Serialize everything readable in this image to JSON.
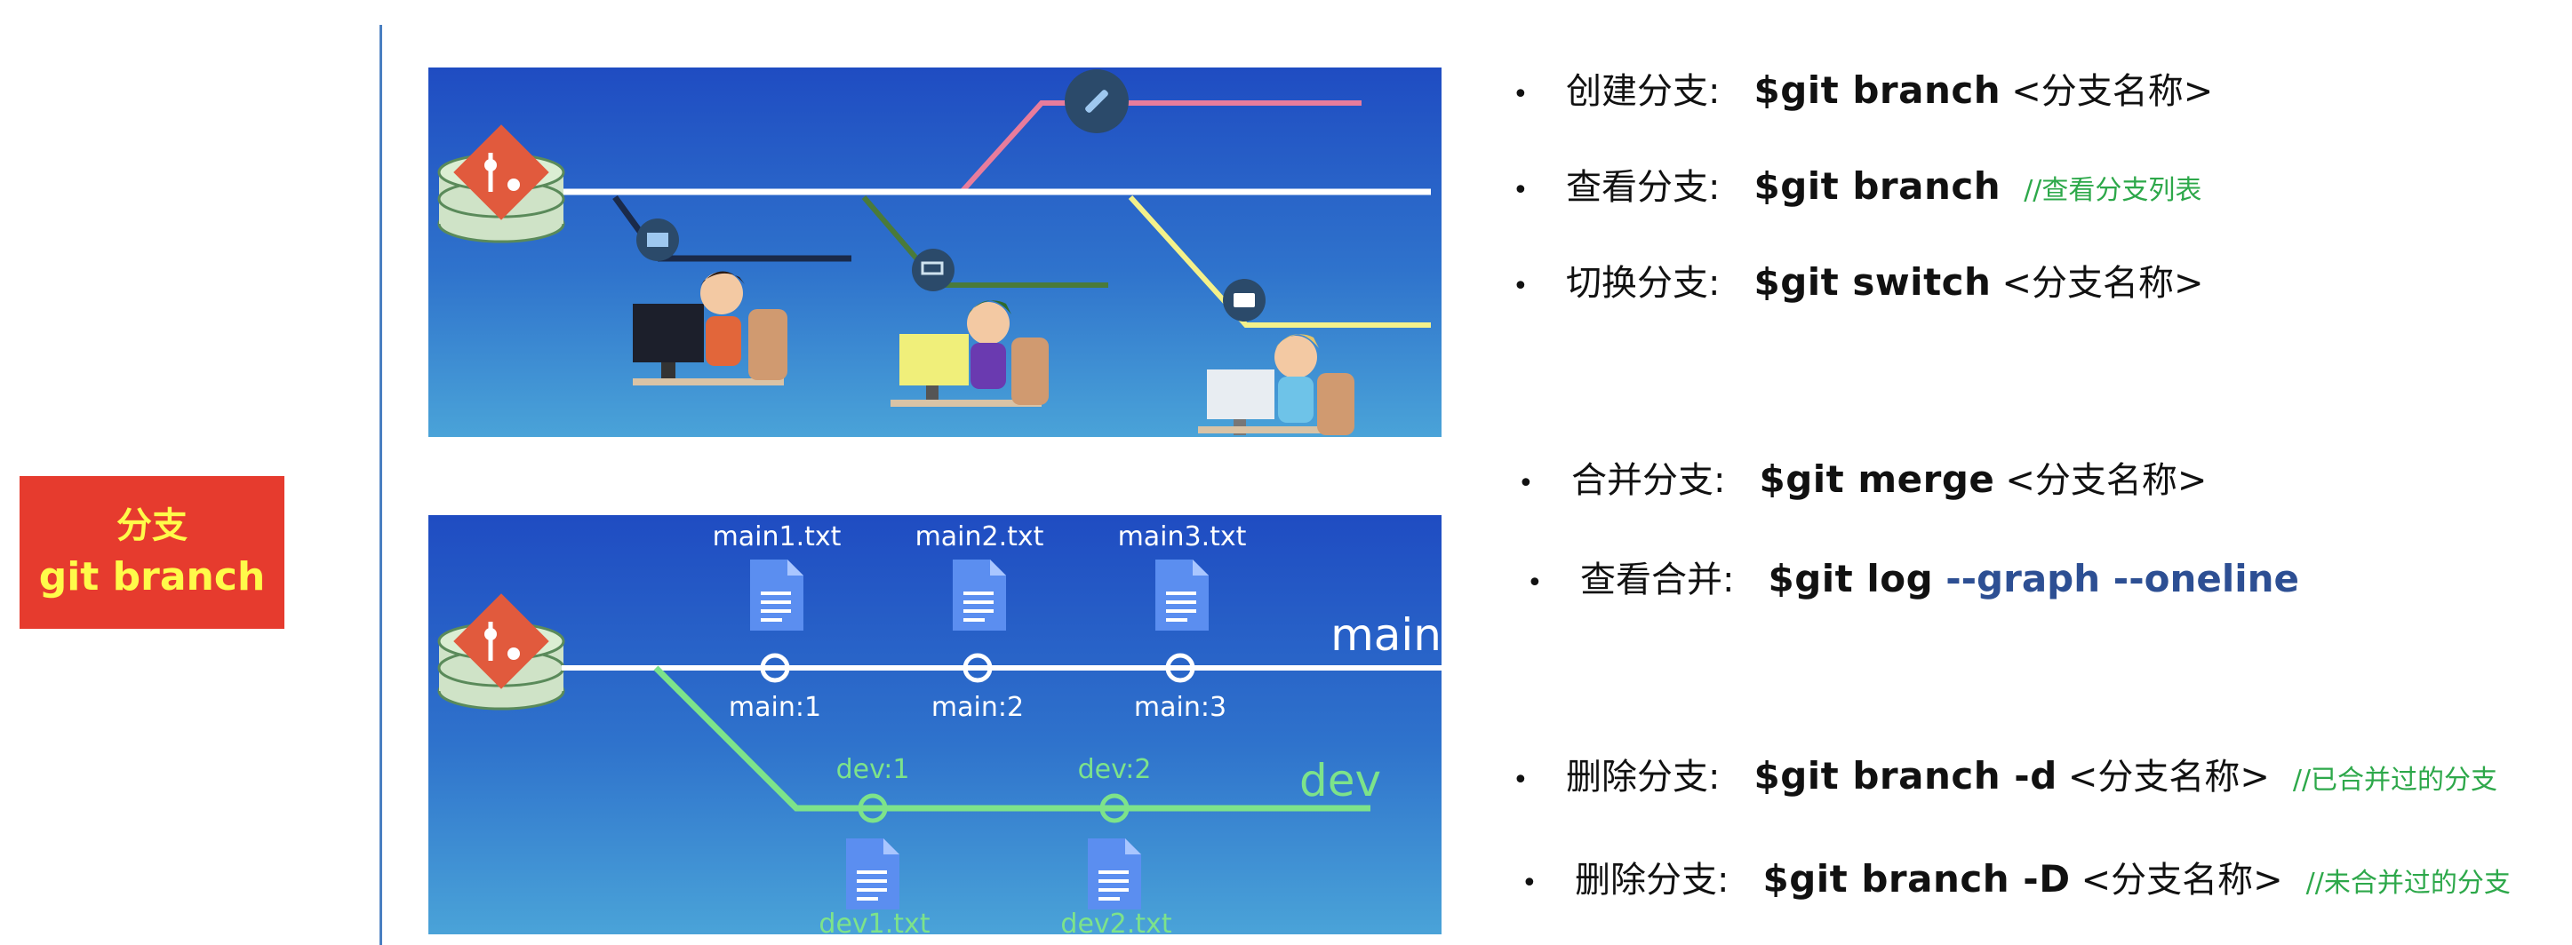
{
  "badge": {
    "line1": "分支",
    "line2": "git branch"
  },
  "commands": [
    {
      "label": "创建分支:",
      "code": "$git branch",
      "arg": "<分支名称>",
      "opt": "",
      "comment": ""
    },
    {
      "label": "查看分支:",
      "code": "$git branch",
      "arg": "",
      "opt": "",
      "comment": "//查看分支列表"
    },
    {
      "label": "切换分支:",
      "code": "$git switch",
      "arg": "<分支名称>",
      "opt": "",
      "comment": ""
    },
    {
      "label": "合并分支:",
      "code": "$git merge",
      "arg": "<分支名称>",
      "opt": "",
      "comment": ""
    },
    {
      "label": "查看合并:",
      "code": "$git log",
      "arg": "",
      "opt": "--graph --oneline",
      "comment": ""
    },
    {
      "label": "删除分支:",
      "code": "$git branch -d",
      "arg": "<分支名称>",
      "opt": "",
      "comment": "//已合并过的分支"
    },
    {
      "label": "删除分支:",
      "code": "$git branch -D",
      "arg": "<分支名称>",
      "opt": "",
      "comment": "//未合并过的分支"
    }
  ],
  "diagram": {
    "main_label": "main",
    "dev_label": "dev",
    "main_commits": [
      "main:1",
      "main:2",
      "main:3"
    ],
    "main_files": [
      "main1.txt",
      "main2.txt",
      "main3.txt"
    ],
    "dev_commits": [
      "dev:1",
      "dev:2"
    ],
    "dev_files": [
      "dev1.txt",
      "dev2.txt"
    ]
  },
  "colors": {
    "badge_bg": "#e63b2e",
    "badge_text": "#fffb4a",
    "comment": "#2da84a",
    "option": "#2d4f93",
    "dev_branch": "#7de38a",
    "main_branch": "#ffffff"
  }
}
